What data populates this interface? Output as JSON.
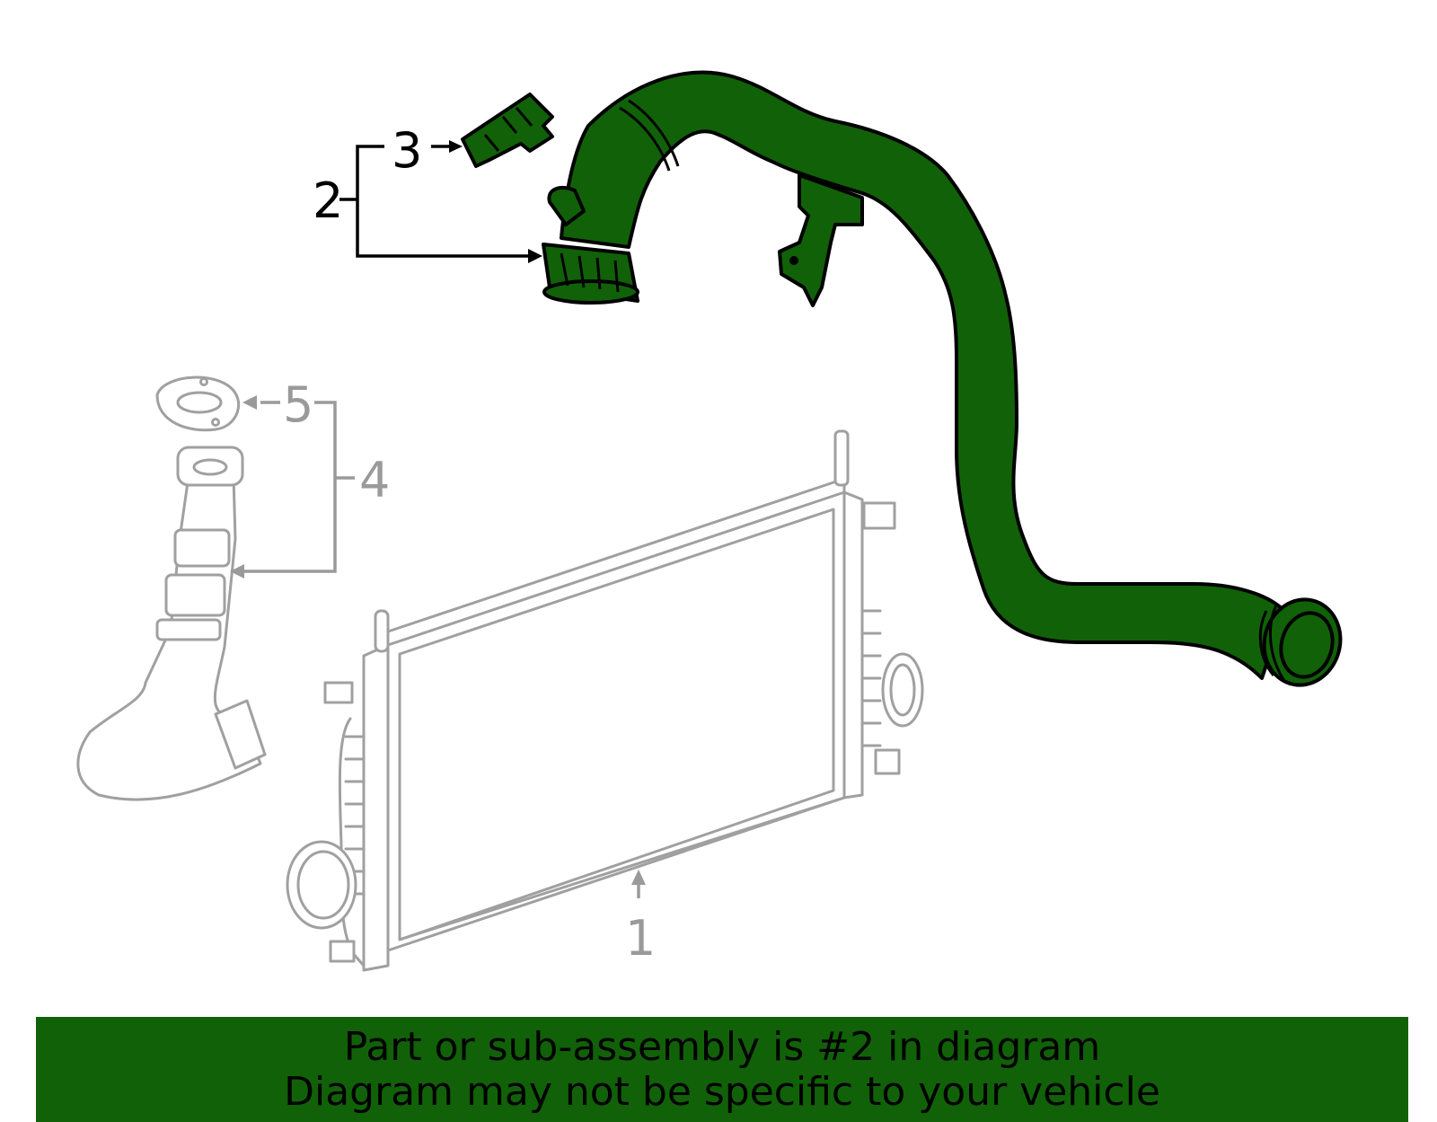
{
  "diagram": {
    "callouts": [
      {
        "id": "1",
        "label": "1",
        "highlighted": false
      },
      {
        "id": "2",
        "label": "2",
        "highlighted": true
      },
      {
        "id": "3",
        "label": "3",
        "highlighted": true
      },
      {
        "id": "4",
        "label": "4",
        "highlighted": false
      },
      {
        "id": "5",
        "label": "5",
        "highlighted": false
      }
    ],
    "colors": {
      "highlight_fill": "#116108",
      "outline_black": "#000000",
      "muted_part": "#a0a0a0",
      "banner_bg": "#116108"
    }
  },
  "banner": {
    "line1": "Part or sub-assembly is #2 in diagram",
    "line2": "Diagram may not be specific to your vehicle"
  }
}
